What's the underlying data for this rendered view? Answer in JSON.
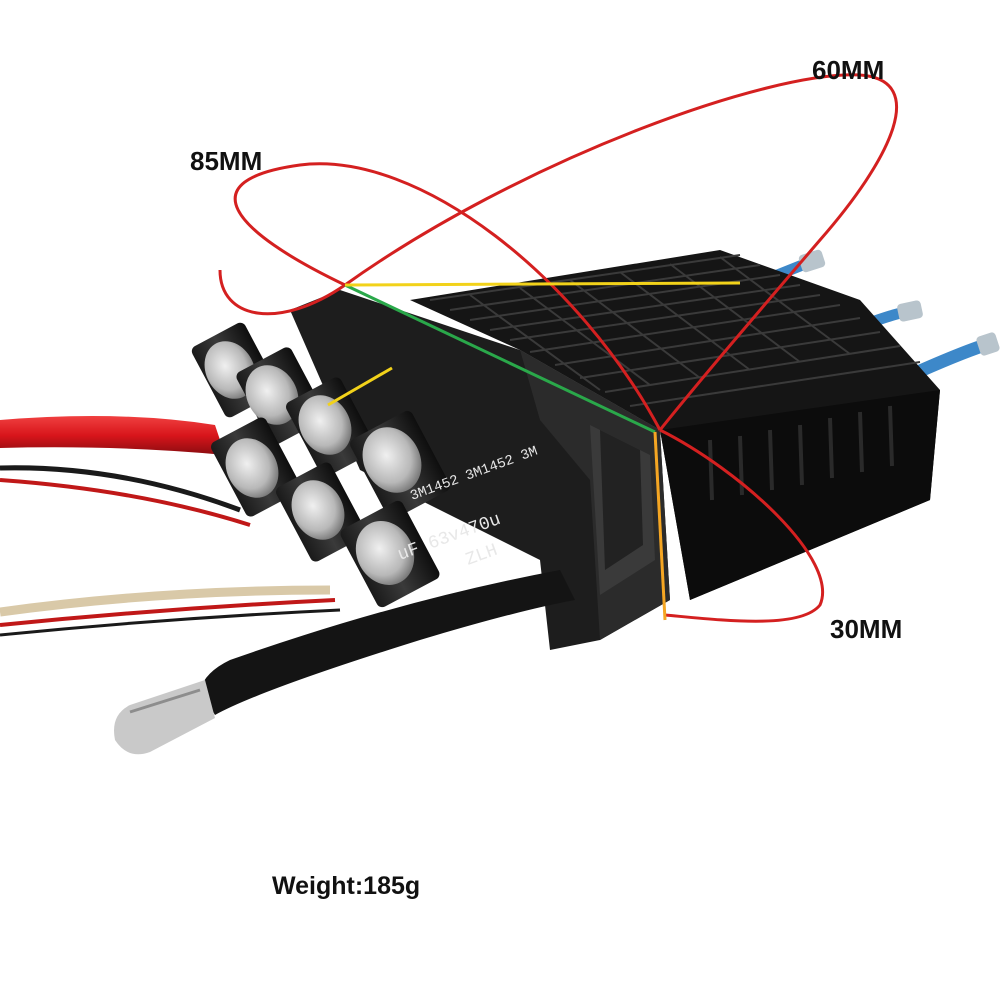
{
  "dimensions": {
    "length": "85MM",
    "width": "60MM",
    "height": "30MM"
  },
  "weight": "Weight:185g",
  "capacitor_print": {
    "line1": "3M1452 3M1452 3M",
    "line2": "uF 63v470u",
    "line3": "ZLH"
  },
  "colors": {
    "ellipse_outline": "#d42020",
    "length_line": "#2aa84a",
    "width_line": "#f2d21a",
    "height_line": "#f5a623",
    "red_wire": "#d8151b",
    "blue_wire": "#3d88c9",
    "heatsink": "#151515"
  }
}
